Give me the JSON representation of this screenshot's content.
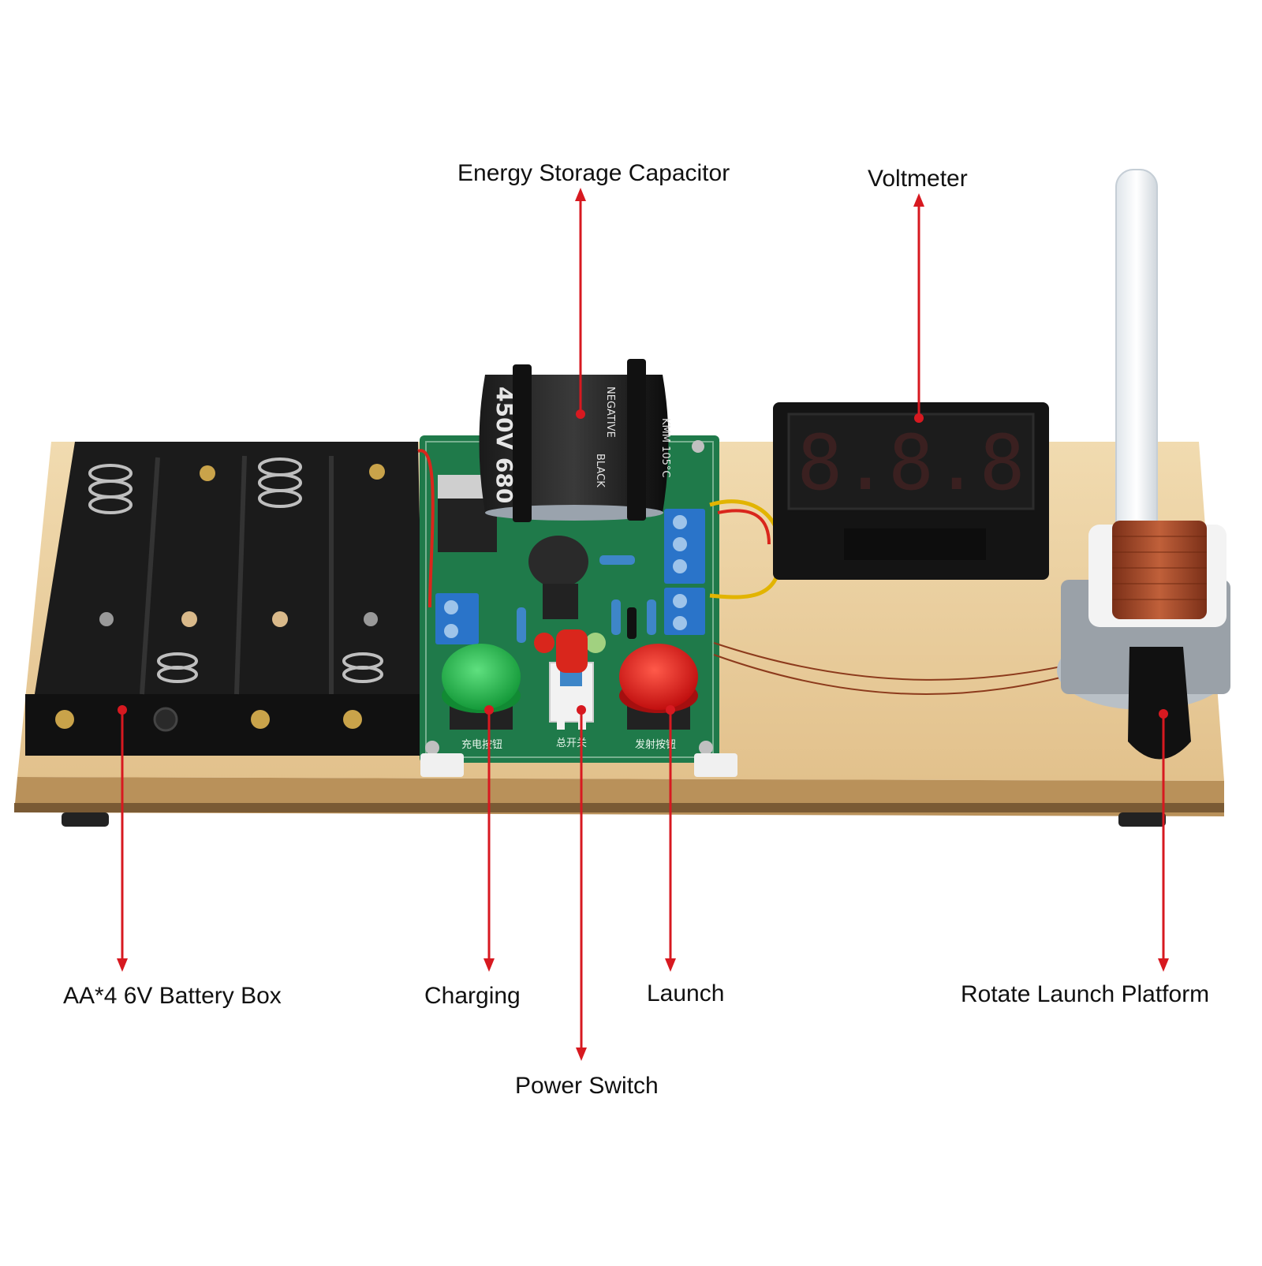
{
  "labels": {
    "capacitor": "Energy Storage Capacitor",
    "voltmeter": "Voltmeter",
    "battery": "AA*4 6V Battery Box",
    "charging": "Charging",
    "launch": "Launch",
    "platform": "Rotate Launch Platform",
    "power": "Power Switch"
  },
  "capacitor_markings": {
    "left": "450V 680",
    "right_top": "NEGATIVE",
    "right_mid": "BLACK",
    "brand": "KMM 105°C"
  },
  "voltmeter_display": "8.8.8",
  "board_labels": {
    "charge": "充电按钮",
    "power": "总开关",
    "launch": "发射按钮"
  },
  "colors": {
    "pointer": "#d71920",
    "wood": "#e9cf9f",
    "board": "#1f7a4a",
    "charge_button": "#23b34a",
    "launch_button": "#e01b1b",
    "terminal": "#2a74c9",
    "coil": "#a0482a"
  }
}
